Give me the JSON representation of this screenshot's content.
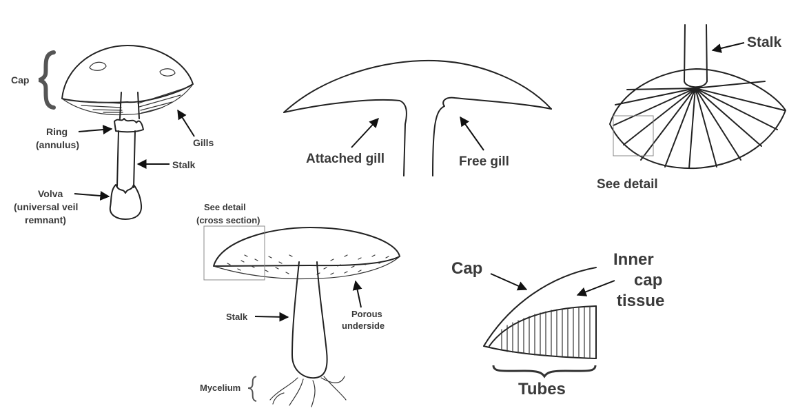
{
  "figure1": {
    "cap": "Cap",
    "ring": "Ring",
    "ring_alt": "(annulus)",
    "gills": "Gills",
    "stalk": "Stalk",
    "volva": "Volva",
    "volva_alt_1": "(universal veil",
    "volva_alt_2": "remnant)"
  },
  "figure2": {
    "attached_gill": "Attached gill",
    "free_gill": "Free gill"
  },
  "figure3": {
    "stalk": "Stalk",
    "see_detail": "See detail"
  },
  "figure4": {
    "see_detail": "See detail",
    "cross_section": "(cross section)",
    "stalk": "Stalk",
    "porous": "Porous",
    "underside": "underside",
    "mycelium": "Mycelium"
  },
  "figure5": {
    "cap": "Cap",
    "inner": "Inner",
    "cap_word": "cap",
    "tissue": "tissue",
    "tubes": "Tubes"
  }
}
